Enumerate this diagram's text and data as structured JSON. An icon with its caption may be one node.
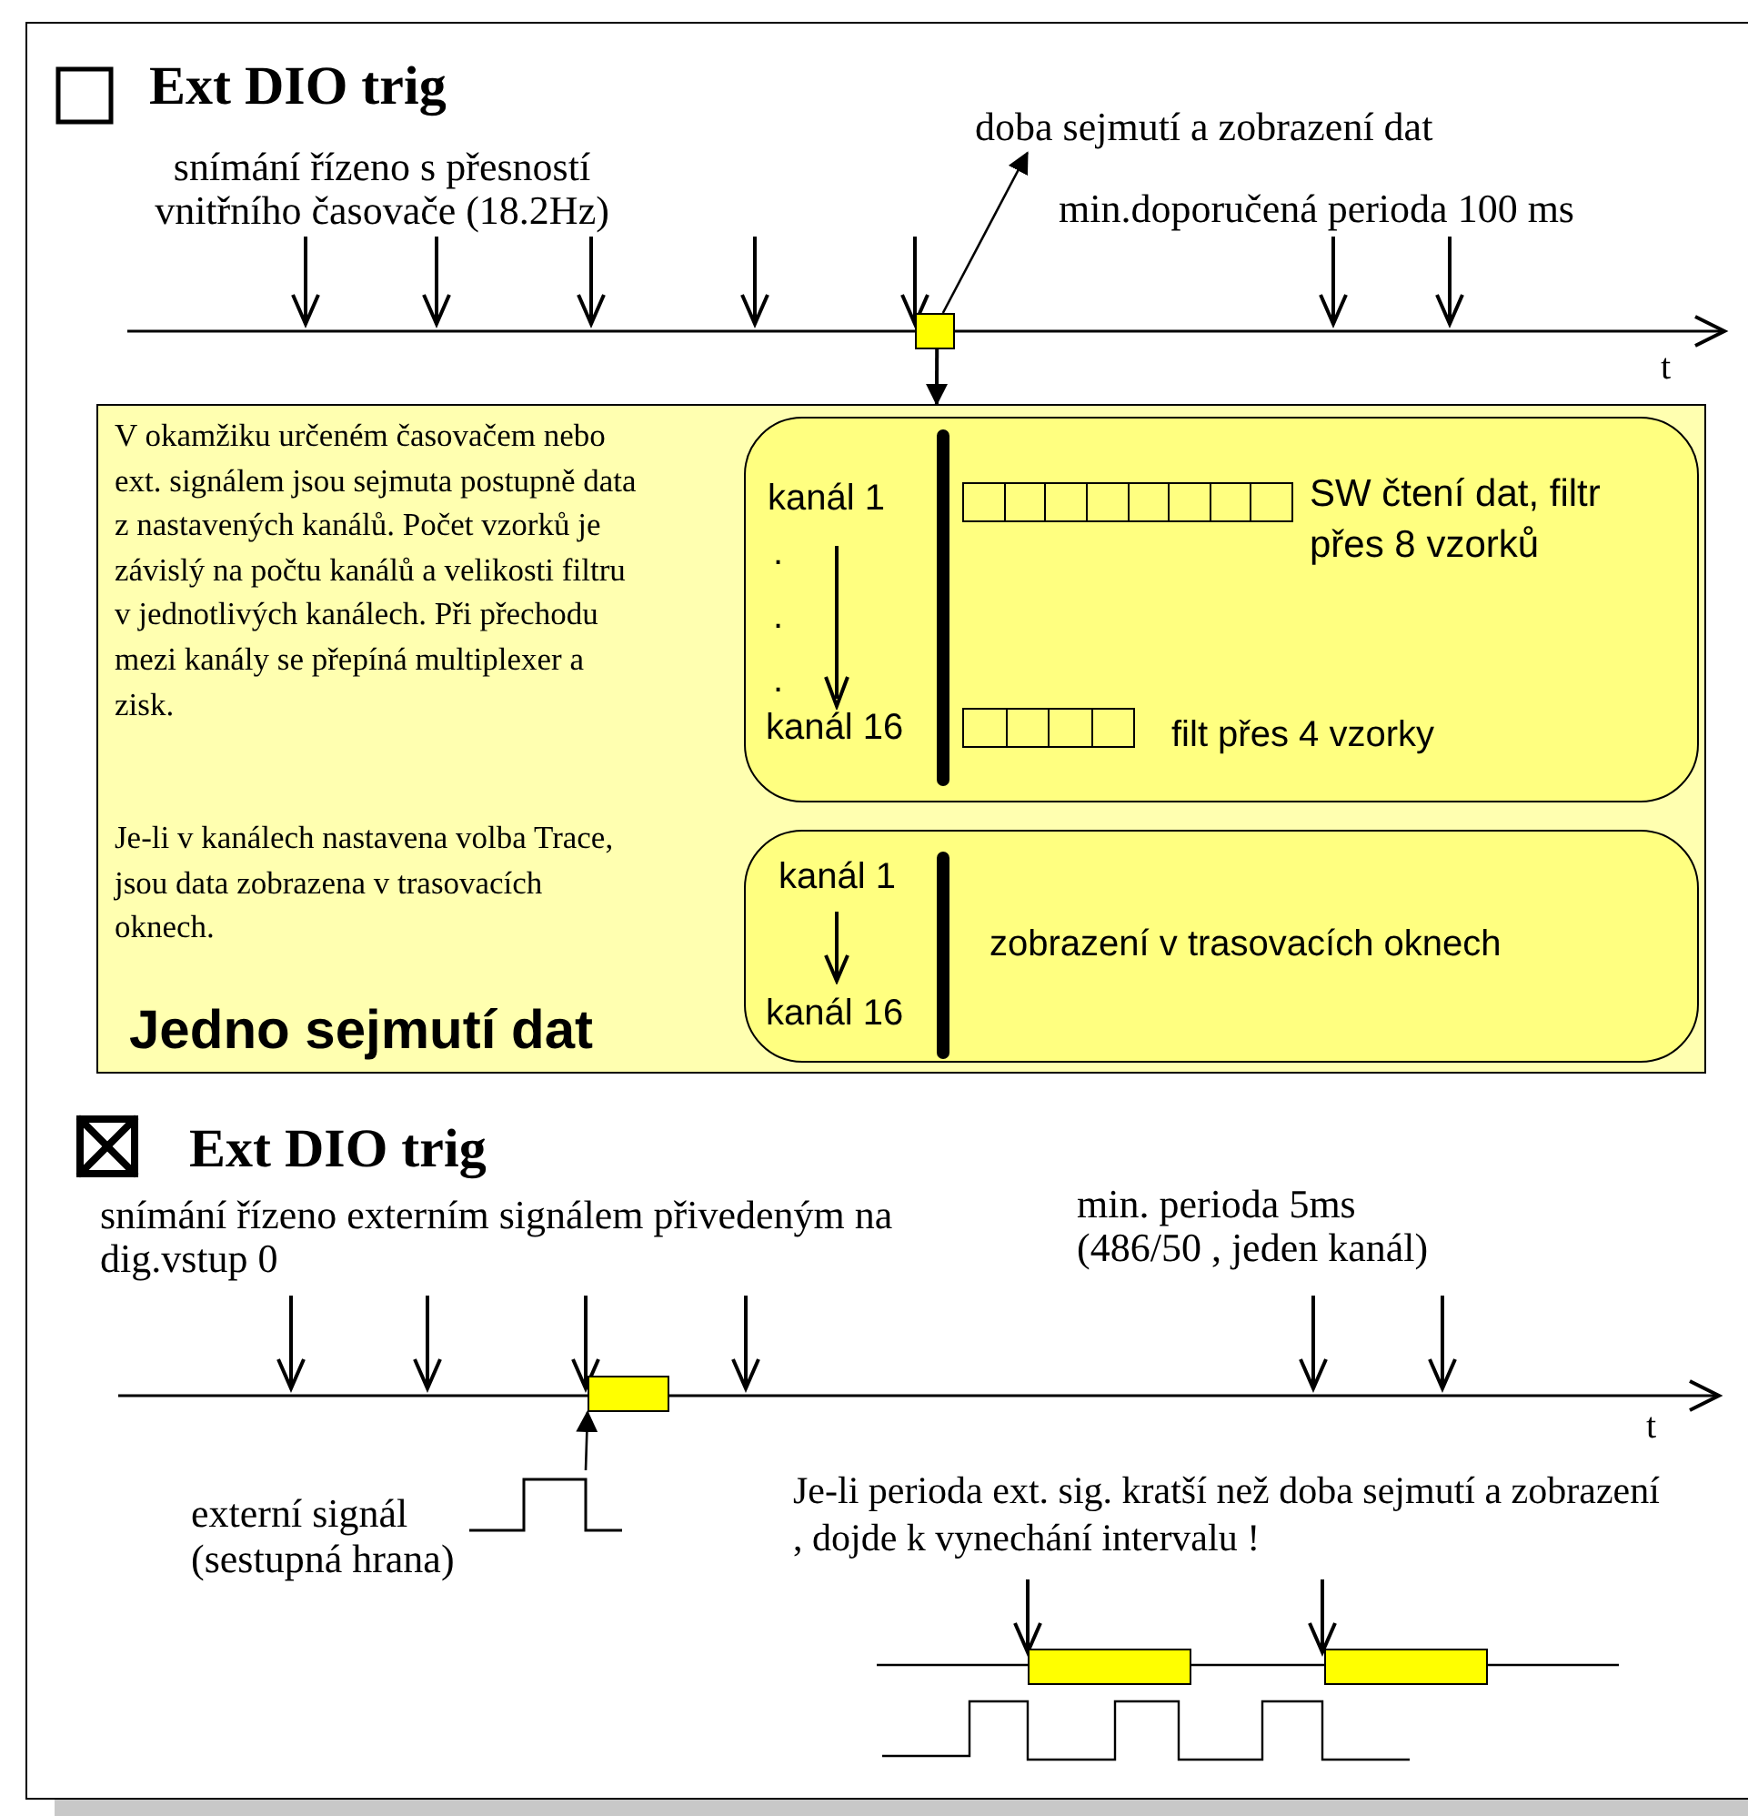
{
  "diagram": {
    "nodes": [
      {
        "text": [],
        "shape": "box"
      },
      {
        "text": [
          "doba sejmutí a zobrazení dat"
        ]
      },
      {
        "text": [
          "V okamžiku určeném časovačem nebo ext. signálem jsou sejmuta postupně data z nastavených kanálů. Počet vzorků je závislý na počtu kanálů a velikosti filtru v jednotlivých kanálech. Při přechodu mezi kanály se přepíná multiplexer a zisk.",
          "Je-li v kanálech nastavena volba Trace, jsou data zobrazena v trasovacích oknech.",
          "Jedno sejmutí dat"
        ]
      },
      {
        "text": [
          "kanál 1",
          ".",
          ".",
          ".",
          "kanál 16",
          "SW čtení dat, filtr přes 8 vzorků",
          "filt přes 4 vzorky"
        ],
        "in": 2
      },
      {
        "text": [
          "kanál 1",
          "kanál 16",
          "zobrazení v trasovacích oknech"
        ],
        "in": 2
      },
      {
        "text": [],
        "shape": "box"
      },
      {
        "text": [
          "externí signál",
          "(sestupná hrana)"
        ]
      },
      {
        "text": [],
        "shape": "box"
      },
      {
        "text": [],
        "shape": "box"
      }
    ],
    "edges": [
      {
        "from": 0,
        "to": 1,
        "arrow": "to"
      },
      {
        "from": 0,
        "to": 2,
        "arrow": "to"
      },
      {
        "from": 6,
        "to": 5,
        "arrow": "to"
      }
    ],
    "labels": [
      "Ext DIO trig",
      "snímání řízeno s přesností vnitřního časovače (18.2Hz)",
      "min.doporučená perioda 100 ms",
      "t",
      "Ext DIO trig",
      "snímání řízeno externím signálem přivedeným na dig.vstup 0",
      "min. perioda 5ms (486/50 , jeden kanál)",
      "t",
      "Je-li perioda ext. sig. kratší než doba sejmutí a zobrazení , dojde k vynechání  intervalu !"
    ]
  }
}
